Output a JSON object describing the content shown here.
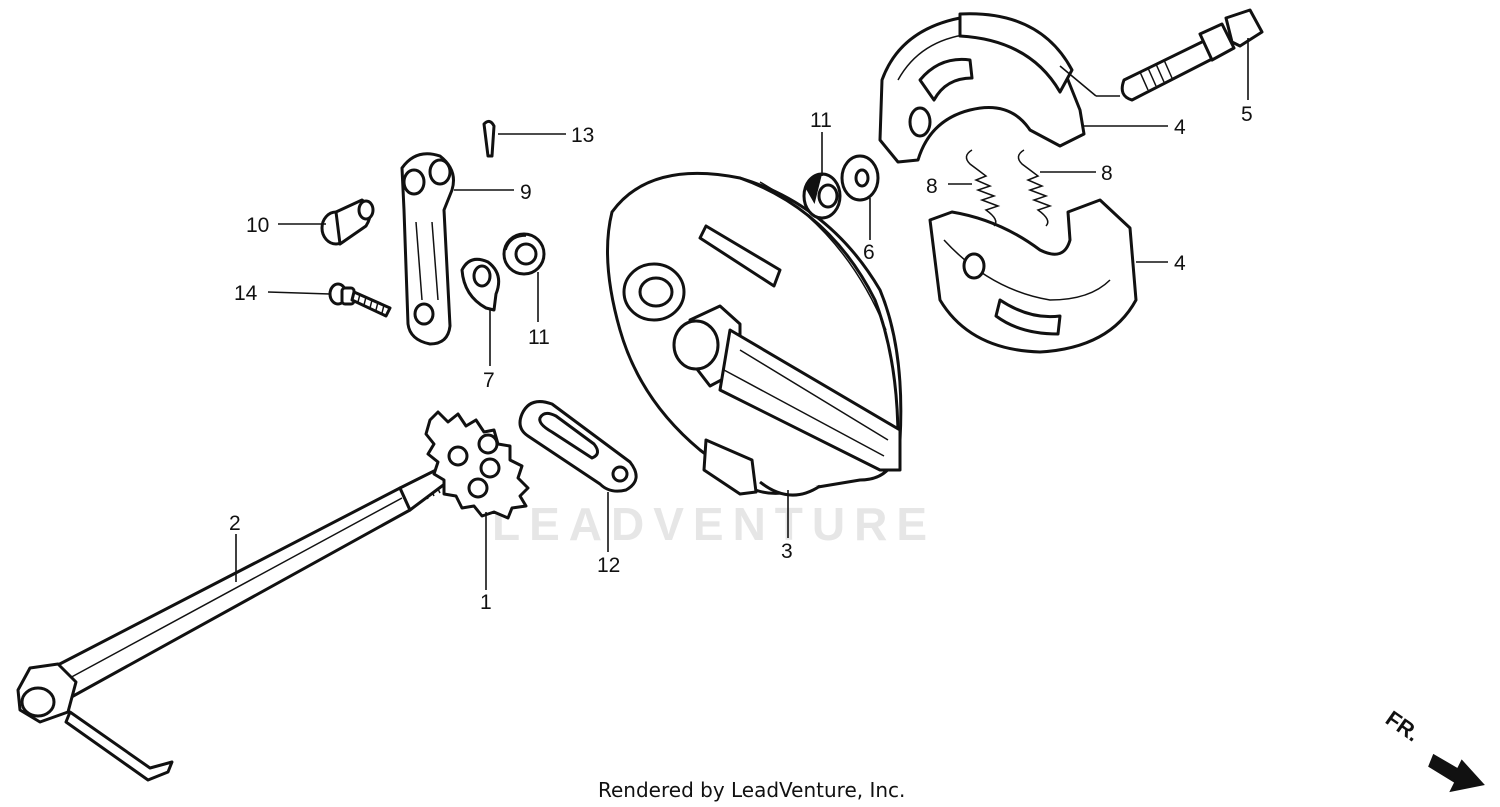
{
  "watermark": "LEADVENTURE",
  "footer": "Rendered by LeadVenture, Inc.",
  "direction_marker": "FR.",
  "callouts": [
    {
      "id": "c1",
      "label": "1"
    },
    {
      "id": "c2",
      "label": "2"
    },
    {
      "id": "c3",
      "label": "3"
    },
    {
      "id": "c4a",
      "label": "4"
    },
    {
      "id": "c4b",
      "label": "4"
    },
    {
      "id": "c5",
      "label": "5"
    },
    {
      "id": "c6",
      "label": "6"
    },
    {
      "id": "c7",
      "label": "7"
    },
    {
      "id": "c8a",
      "label": "8"
    },
    {
      "id": "c8b",
      "label": "8"
    },
    {
      "id": "c9",
      "label": "9"
    },
    {
      "id": "c10",
      "label": "10"
    },
    {
      "id": "c11a",
      "label": "11"
    },
    {
      "id": "c11b",
      "label": "11"
    },
    {
      "id": "c12",
      "label": "12"
    },
    {
      "id": "c13",
      "label": "13"
    },
    {
      "id": "c14",
      "label": "14"
    }
  ]
}
